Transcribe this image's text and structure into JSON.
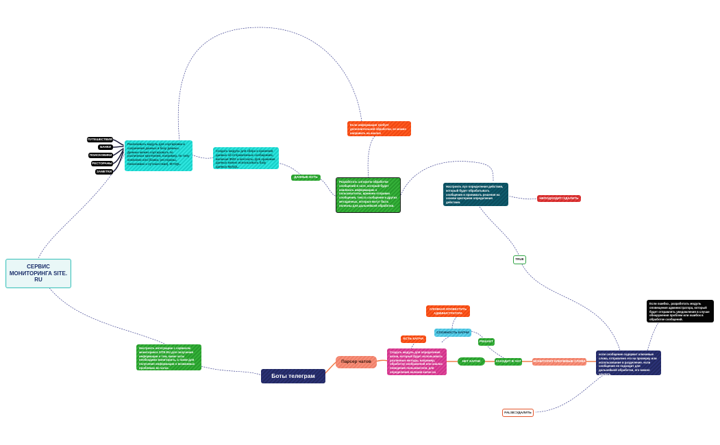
{
  "central": {
    "title": "СЕРВИС МОНИТОРИНГА SITE. RU"
  },
  "bots_node": {
    "title": "Боты телеграм"
  },
  "parser_node": {
    "title": "Парсер чатов"
  },
  "monitoring_intro": {
    "text": "Настроить интеграцию с сервисом мониторинга SITE.RU для получения информации о том, какие чаты необходимо мониторить, а также для получения информации о возможных проблемах во чатах."
  },
  "captcha_module": {
    "text": "Создать модуль для определения капчи, который будет использовать различные методы, например, обработку изображений или анализ поведения пользователя, для определения наличия капчи на странице."
  },
  "labels": {
    "no_captcha": "НЕТ КАПЧИ",
    "joins_chat": "ЗАХОДИТ В ЧАТ",
    "monitors_keywords": "МОНИТОРИТ КЛЮЧЕВЫЕ СЛОВА",
    "has_captcha": "ЕСТЬ КАПЧА",
    "captcha_difficulty": "СЛОЖНОСТЬ КАПЧИ",
    "solves": "РЕШАЕТ",
    "notify_admin": "СЛОЖНАЯ ОПОВЕСТИТЬ АДМИНИСТРАТОРА",
    "false_delete": "FALSE=УДАЛИТЬ",
    "true": "TRUE",
    "unsuitable_delete": "НЕПОДХОДИТ=УДАЛИТЬ",
    "data_exists": "ДАННЫЕ ЕСТЬ"
  },
  "keyword_message": {
    "text": "если сообщение содержит ключевые слова, отправлено его на проверку или использование в разделение. если сообщение не подходит для дальнейшей обработки, его можно удалить"
  },
  "error_module": {
    "text": "Если ошибка , разработать модуль оповещения администратора, который будет отправлять уведомления в случае обнаружения проблем или ошибок в обработке сообщений."
  },
  "action_rules": {
    "text": "Настроить пул определения действия, который будет обрабатывать сообщения и принимать решения на основе критериев определения действия."
  },
  "filter_algorithm": {
    "text": "Разработать алгоритм обработки сообщений в чате, который будет извлекать информацию о пользователях, времени отправки сообщения, текста сообщения и других метаданных, которые могут быть полезны для дальнейшей обработки."
  },
  "additional_processing": {
    "text": "Если информация требует дополнительной обработки, ее можно направить на анализ"
  },
  "storage_module": {
    "text": "Создать модуль для сбора и хранения данных об отправленных сообщениях, включая ФИО и контакты. Для хранения данных можно использовать базу данных MySQL."
  },
  "sorting_module": {
    "text": "Реализовать модуль для сортировки и сохранения данных в базу данных. Данные можно сортировать по различным критериям, например, по типу компании или (банки, рестораны, поисковики и путешествия). MYSQL."
  },
  "categories": [
    "ПУТЕШЕСТВИЯ",
    "БАНКИ",
    "ПОИСКОВИКИ",
    "РЕСТОРАНЫ",
    "ЗАМЕТКИ"
  ],
  "colors": {
    "cyan": "#2fe6df",
    "green": "#36b23a",
    "orange": "#ff5a1f",
    "navy": "#2b3275",
    "teal": "#0f5a6c",
    "magenta": "#e0459a",
    "sky": "#5fd0ea",
    "red": "#e23a3a",
    "salmon": "#f8907a",
    "link": "#3b3f8f",
    "link_orange": "#f0743e"
  }
}
